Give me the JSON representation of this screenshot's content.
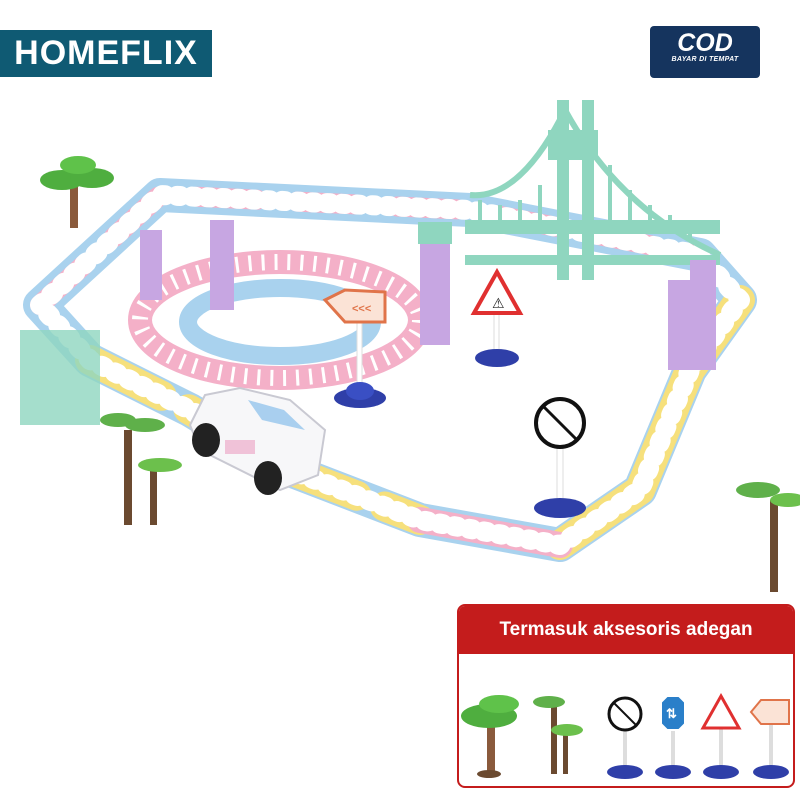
{
  "brand": {
    "name": "HOMEFLIX",
    "color": "#0f5a73"
  },
  "badge": {
    "title": "COD",
    "subtitle": "BAYAR DI TEMPAT",
    "color": "#15345e"
  },
  "panel": {
    "title": "Termasuk aksesoris adegan",
    "color": "#c41c1c",
    "items": [
      "tree-icon",
      "palm-tree-icon",
      "no-u-turn-sign-icon",
      "direction-sign-icon",
      "pedestrian-warning-sign-icon",
      "arrow-sign-icon"
    ]
  },
  "scene": {
    "subject": "toy-train-track-set",
    "track_colors": [
      "#f4b0c8",
      "#a9d2ee",
      "#f6e07c",
      "#8fd6bf",
      "#c7a6e2"
    ]
  }
}
